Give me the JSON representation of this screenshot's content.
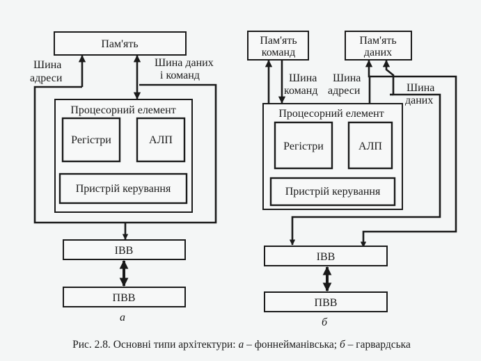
{
  "diagram_a": {
    "memory": "Пам'ять",
    "address_bus": [
      "Шина",
      "адреси"
    ],
    "data_command_bus": [
      "Шина даних",
      "і команд"
    ],
    "processing_element": "Процесорний елемент",
    "registers": "Регістри",
    "alu": "АЛП",
    "control_unit": "Пристрій керування",
    "ibb": "ІВВ",
    "pbb": "ПВВ",
    "label": "а"
  },
  "diagram_b": {
    "command_memory": [
      "Пам'ять",
      "команд"
    ],
    "data_memory": [
      "Пам'ять",
      "даних"
    ],
    "command_bus": [
      "Шина",
      "команд"
    ],
    "address_bus": [
      "Шина",
      "адреси"
    ],
    "data_bus": [
      "Шина",
      "даних"
    ],
    "processing_element": "Процесорний елемент",
    "registers": "Регістри",
    "alu": "АЛП",
    "control_unit": "Пристрій керування",
    "ibb": "ІВВ",
    "pbb": "ПВВ",
    "label": "б"
  },
  "caption": {
    "prefix": "Рис. 2.8. Основні типи архітектури: ",
    "a_letter": "а",
    "a_text": " – фоннейманівська; ",
    "b_letter": "б",
    "b_text": " – гарвардська"
  },
  "colors": {
    "ink": "#1a1a1a",
    "paper": "#f4f6f6"
  }
}
